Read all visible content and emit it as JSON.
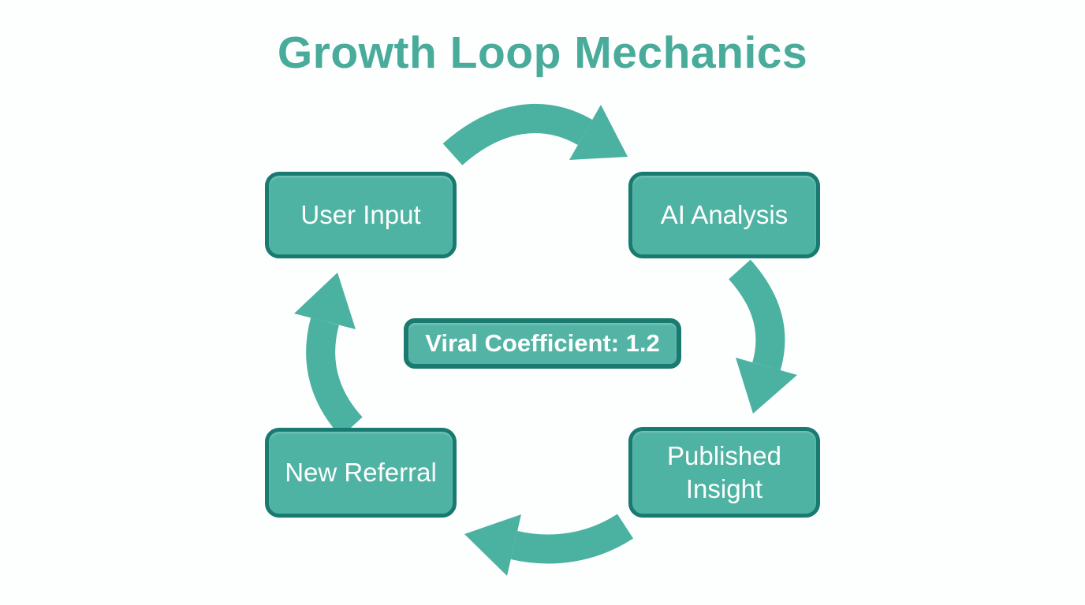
{
  "diagram": {
    "title": "Growth Loop Mechanics",
    "nodes": [
      {
        "id": "user-input",
        "label": "User Input"
      },
      {
        "id": "ai-analysis",
        "label": "AI Analysis"
      },
      {
        "id": "published-insight",
        "label": "Published Insight"
      },
      {
        "id": "new-referral",
        "label": "New Referral"
      }
    ],
    "center_label": "Viral Coefficient: 1.2",
    "flow": [
      "User Input",
      "AI Analysis",
      "Published Insight",
      "New Referral",
      "User Input"
    ],
    "arrows": [
      {
        "from": "User Input",
        "to": "AI Analysis",
        "direction": "right"
      },
      {
        "from": "AI Analysis",
        "to": "Published Insight",
        "direction": "down"
      },
      {
        "from": "Published Insight",
        "to": "New Referral",
        "direction": "left"
      },
      {
        "from": "New Referral",
        "to": "User Input",
        "direction": "up"
      }
    ],
    "colors": {
      "node_fill": "#4fb3a3",
      "node_border": "#187a70",
      "arrow": "#4bb1a0",
      "title": "#49ab9a",
      "node_text": "#ffffff",
      "background": "#fdfefe"
    }
  }
}
